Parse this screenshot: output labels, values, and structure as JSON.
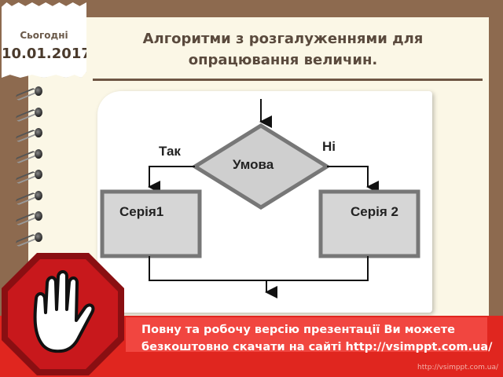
{
  "date_note": {
    "label": "Сьогодні",
    "date": "10.01.2017"
  },
  "slide": {
    "title_line1": "Алгоритми з розгалуженнями для",
    "title_line2": "опрацювання величин."
  },
  "flowchart": {
    "condition": "Умова",
    "yes_label": "Так",
    "no_label": "Ні",
    "branch_yes": "Серія1",
    "branch_no": "Серія 2"
  },
  "banner": {
    "line1": "Повну та робочу версію презентації Ви можете",
    "line2": "безкоштовно скачати на сайті http://vsimppt.com.ua/",
    "watermark": "http://vsimppt.com.ua/"
  },
  "icons": {
    "stop": "stop-hand-icon"
  },
  "colors": {
    "banner_red": "#e0261f",
    "stop_red": "#c8181c",
    "binder_brown": "#8d6a4f",
    "paper": "#fbf7e6"
  }
}
